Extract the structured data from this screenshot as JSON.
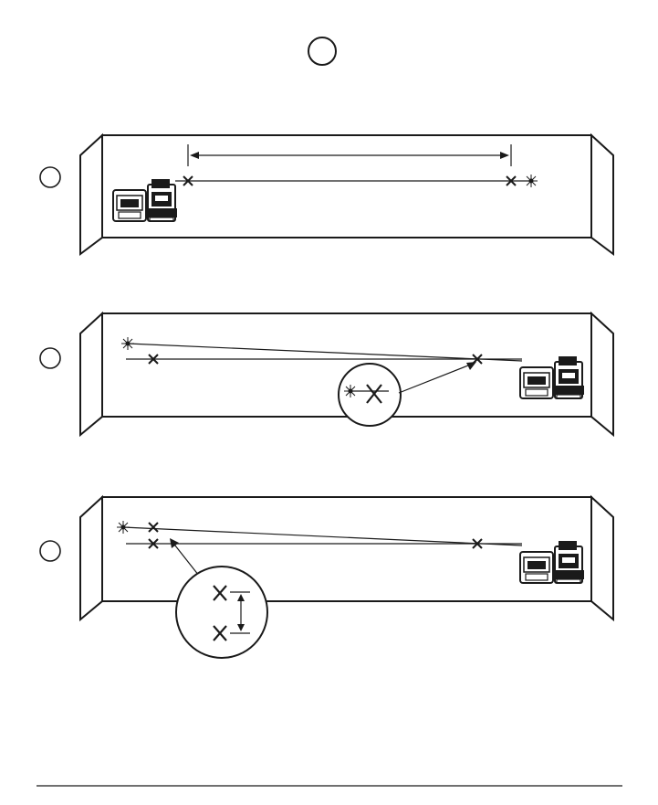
{
  "diagram": {
    "step_label": "",
    "panels": [
      {
        "id": "a",
        "label": "",
        "laser_side": "left"
      },
      {
        "id": "b",
        "label": "",
        "laser_side": "right",
        "magnifier": "single-mark"
      },
      {
        "id": "c",
        "label": "",
        "laser_side": "right",
        "magnifier": "mark-offset"
      }
    ],
    "icons": {
      "laser": "laser-level-icon",
      "beam": "laser-beam-icon",
      "mark": "x-mark-icon"
    },
    "colors": {
      "ink": "#1a1a1a",
      "background": "#ffffff"
    }
  }
}
